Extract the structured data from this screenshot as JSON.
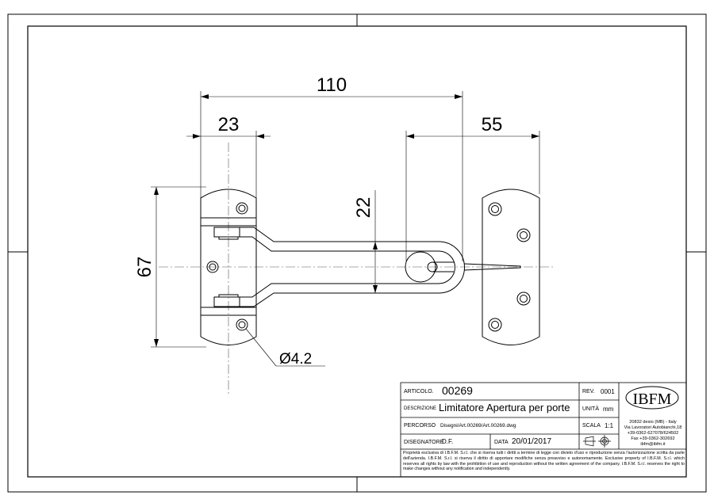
{
  "dimensions": {
    "overall_length": "110",
    "plate_width": "23",
    "keeper_offset": "55",
    "height": "67",
    "arm_width": "22",
    "hole_diameter": "Ø4.2"
  },
  "title_block": {
    "articolo_label": "ARTICOLO.",
    "articolo": "00269",
    "rev_label": "REV.",
    "rev": "0001",
    "descrizione_label": "DESCRIZIONE",
    "descrizione": "Limitatore Apertura per porte",
    "unita_label": "UNITÀ",
    "unita": "mm",
    "percorso_label": "PERCORSO",
    "percorso": "Disegni/Art.00269/Art.00269.dwg",
    "scala_label": "SCALA",
    "scala": "1:1",
    "disegnatore_label": "DISEGNATORE",
    "disegnatore": "D.F.",
    "data_label": "DATA",
    "data": "20/01/2017",
    "logo": "IBFM",
    "address": [
      "20832 desio (MB) - Italy",
      "Via Lavoratori Autobianchi,18",
      "+39-0362-627078/624502",
      "Fax +39-0362-302692",
      "ibfm@ibfm.it"
    ],
    "disclaimer": "Proprietà esclusiva di I.B.F.M. S.r.l. che si riserva tutti i diritti a termine di legge con divieto d'uso e riproduzione senza l'autorizzazione scritta da parte dell'azienda. I.B.F.M. S.r.l. si riserva il diritto di apportare modifiche senza preavviso e autonomamente. Exclusive property of I.B.F.M. S.r.l. which reserves all rights by law with the prohibition of use and reproduction without the written agreement of the company. I.B.F.M. S.r.l. reserves the right to make changes without any notification and independently."
  }
}
